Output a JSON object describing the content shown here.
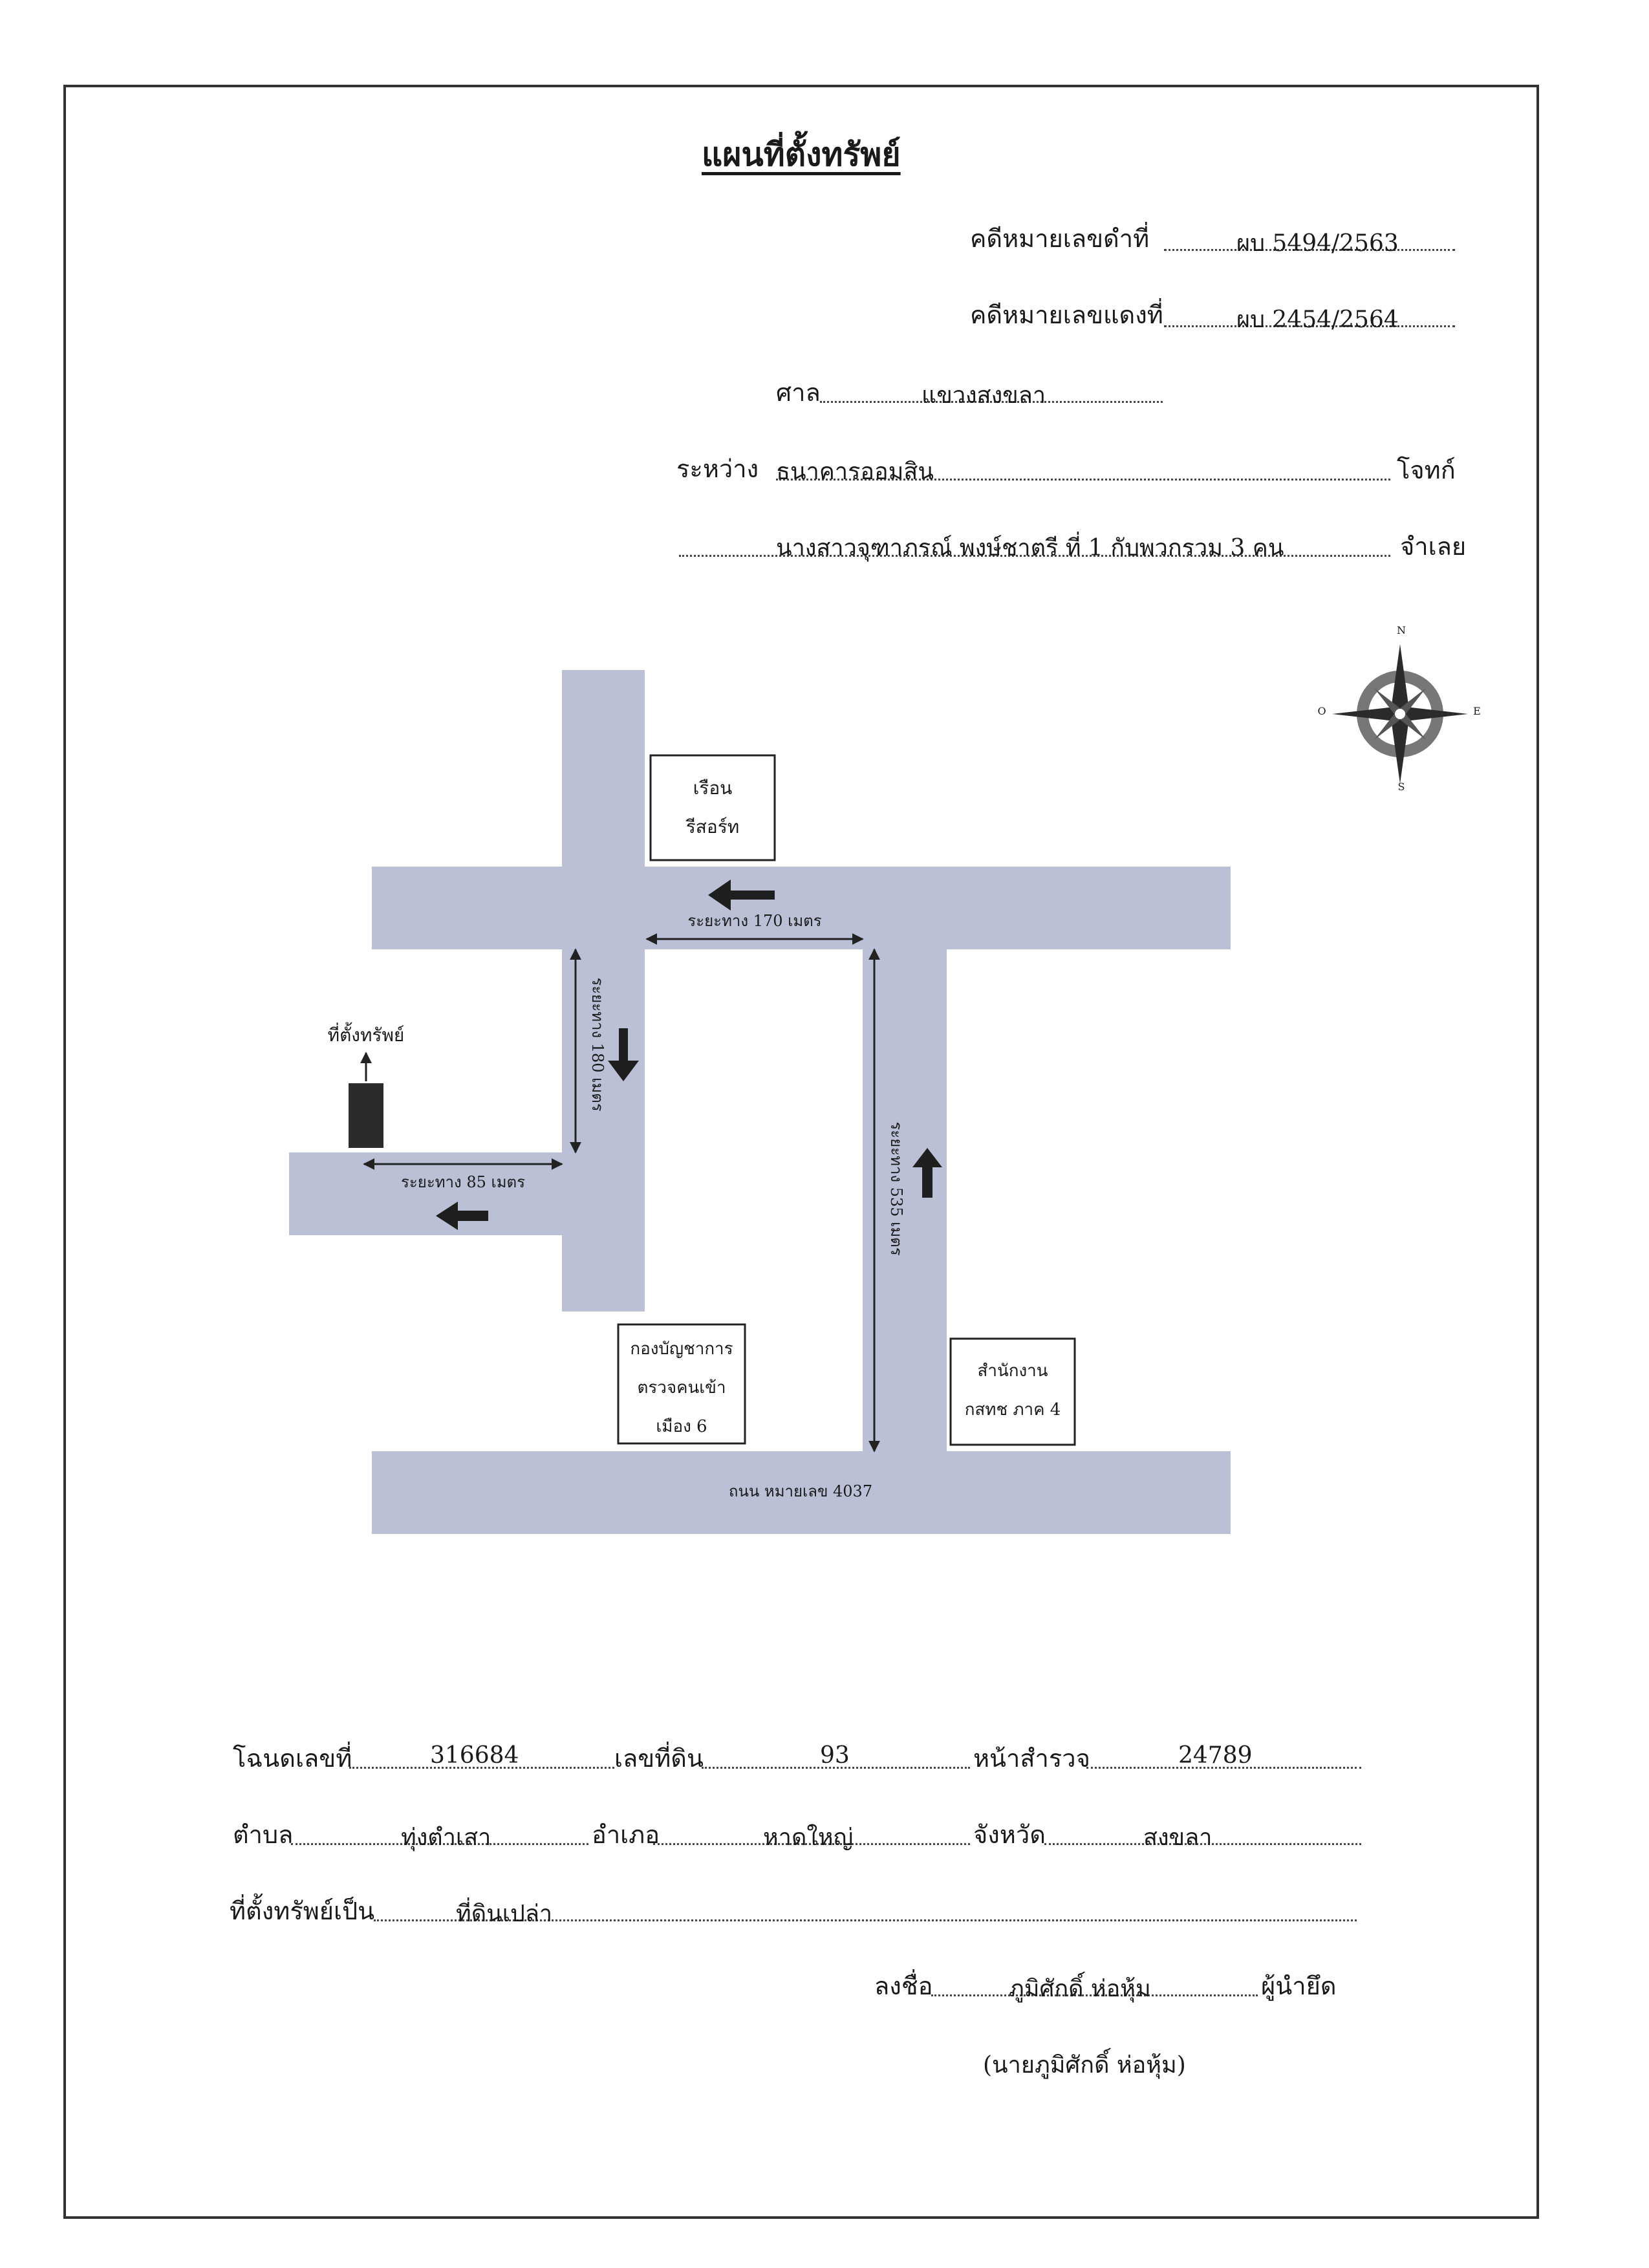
{
  "title": "แผนที่ตั้งทรัพย์",
  "case_header": {
    "black_case_label": "คดีหมายเลขดำที่",
    "black_case_value": "ผบ 5494/2563",
    "red_case_label": "คดีหมายเลขแดงที่",
    "red_case_value": "ผบ 2454/2564",
    "court_label": "ศาล",
    "court_value": "แขวงสงขลา",
    "between_label": "ระหว่าง",
    "plaintiff_value": "ธนาคารออมสิน",
    "plaintiff_role": "โจทก์",
    "defendant_value": "นางสาวจุฑาภรณ์ พงษ์ชาตรี ที่ 1 กับพวกรวม 3 คน",
    "defendant_role": "จำเลย"
  },
  "compass": {
    "n": "N",
    "e": "E",
    "s": "S",
    "w": "O"
  },
  "map": {
    "resort_label_1": "เรือน",
    "resort_label_2": "รีสอร์ท",
    "property_label": "ที่ตั้งทรัพย์",
    "distance_170": "ระยะทาง 170 เมตร",
    "distance_180": "ระยะทาง 180 เมตร",
    "distance_85": "ระยะทาง 85 เมตร",
    "distance_535": "ระยะทาง 535 เมตร",
    "immigration_1": "กองบัญชาการ",
    "immigration_2": "ตรวจคนเข้า",
    "immigration_3": "เมือง 6",
    "office_1": "สำนักงาน",
    "office_2": "กสทช ภาค 4",
    "road_label": "ถนน หมายเลข 4037",
    "road_color": "#bcc0d6",
    "arrow_color": "#1f1f1f"
  },
  "land": {
    "deed_label": "โฉนดเลขที่",
    "deed_value": "316684",
    "land_no_label": "เลขที่ดิน",
    "land_no_value": "93",
    "survey_label": "หน้าสำรวจ",
    "survey_value": "24789",
    "subdistrict_label": "ตำบล",
    "subdistrict_value": "ทุ่งตำเสา",
    "district_label": "อำเภอ",
    "district_value": "หาดใหญ่",
    "province_label": "จังหวัด",
    "province_value": "สงขลา",
    "property_type_label": "ที่ตั้งทรัพย์เป็น",
    "property_type_value": "ที่ดินเปล่า"
  },
  "signature": {
    "sign_label": "ลงชื่อ",
    "sign_value": "ภูมิศักดิ์  ห่อหุ้ม",
    "sign_role": "ผู้นำยึด",
    "full_name": "(นายภูมิศักดิ์  ห่อหุ้ม)"
  }
}
